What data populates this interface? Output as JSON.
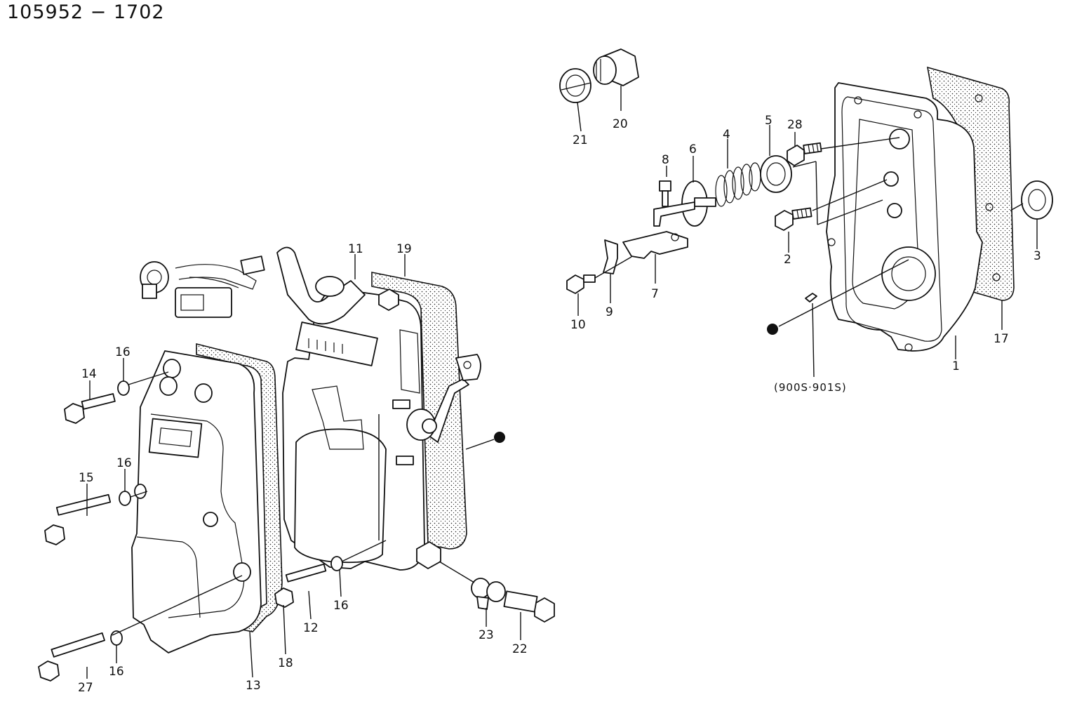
{
  "title": "105952 − 1702",
  "callouts": {
    "c1": "1",
    "c2": "2",
    "c3": "3",
    "c4": "4",
    "c5": "5",
    "c6": "6",
    "c7": "7",
    "c8": "8",
    "c9": "9",
    "c10": "10",
    "c11": "11",
    "c12": "12",
    "c13": "13",
    "c14": "14",
    "c15": "15",
    "c16a": "16",
    "c16b": "16",
    "c16c": "16",
    "c16d": "16",
    "c17": "17",
    "c18": "18",
    "c19": "19",
    "c20": "20",
    "c21": "21",
    "c22": "22",
    "c23": "23",
    "c27": "27",
    "c28": "28"
  },
  "note": "(900S·901S)"
}
